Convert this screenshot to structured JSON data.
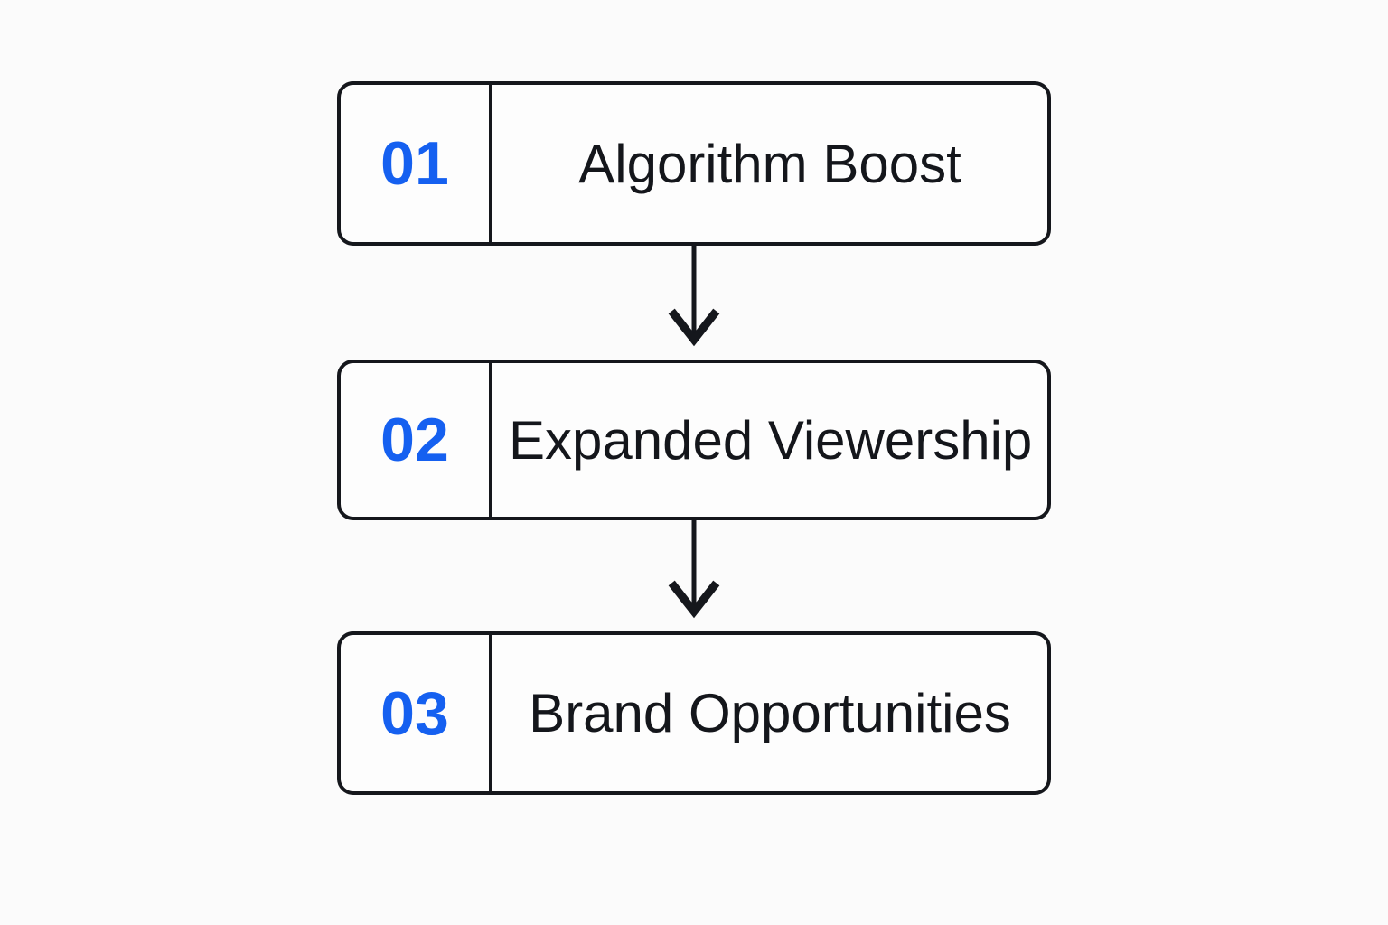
{
  "diagram": {
    "type": "vertical-flow",
    "background_color": "#fbfbfb",
    "accent_color": "#1560f0",
    "line_color": "#15171c",
    "text_color": "#14161b",
    "steps": [
      {
        "number": "01",
        "label": "Algorithm Boost"
      },
      {
        "number": "02",
        "label": "Expanded Viewership"
      },
      {
        "number": "03",
        "label": "Brand Opportunities"
      }
    ],
    "connectors": [
      {
        "from": "01",
        "to": "02",
        "icon": "down-arrow-icon"
      },
      {
        "from": "02",
        "to": "03",
        "icon": "down-arrow-icon"
      }
    ]
  }
}
